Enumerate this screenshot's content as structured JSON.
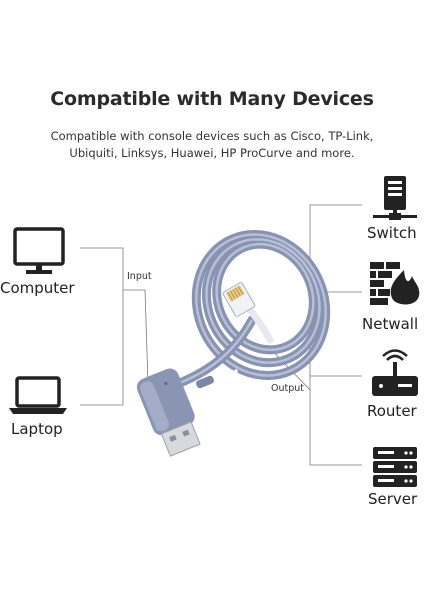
{
  "heading": {
    "title": "Compatible with Many Devices",
    "subtitle_line1": "Compatible with console devices such as Cisco, TP-Link,",
    "subtitle_line2": "Ubiquiti, Linksys, Huawei, HP ProCurve and more."
  },
  "left_devices": [
    {
      "label": "Computer",
      "icon": "monitor-icon"
    },
    {
      "label": "Laptop",
      "icon": "laptop-icon"
    }
  ],
  "right_devices": [
    {
      "label": "Switch",
      "icon": "switch-icon"
    },
    {
      "label": "Netwall",
      "icon": "firewall-icon"
    },
    {
      "label": "Router",
      "icon": "router-icon"
    },
    {
      "label": "Server",
      "icon": "server-icon"
    }
  ],
  "cable": {
    "input_label": "Input",
    "output_label": "Output",
    "color": "#8e9ab8"
  }
}
